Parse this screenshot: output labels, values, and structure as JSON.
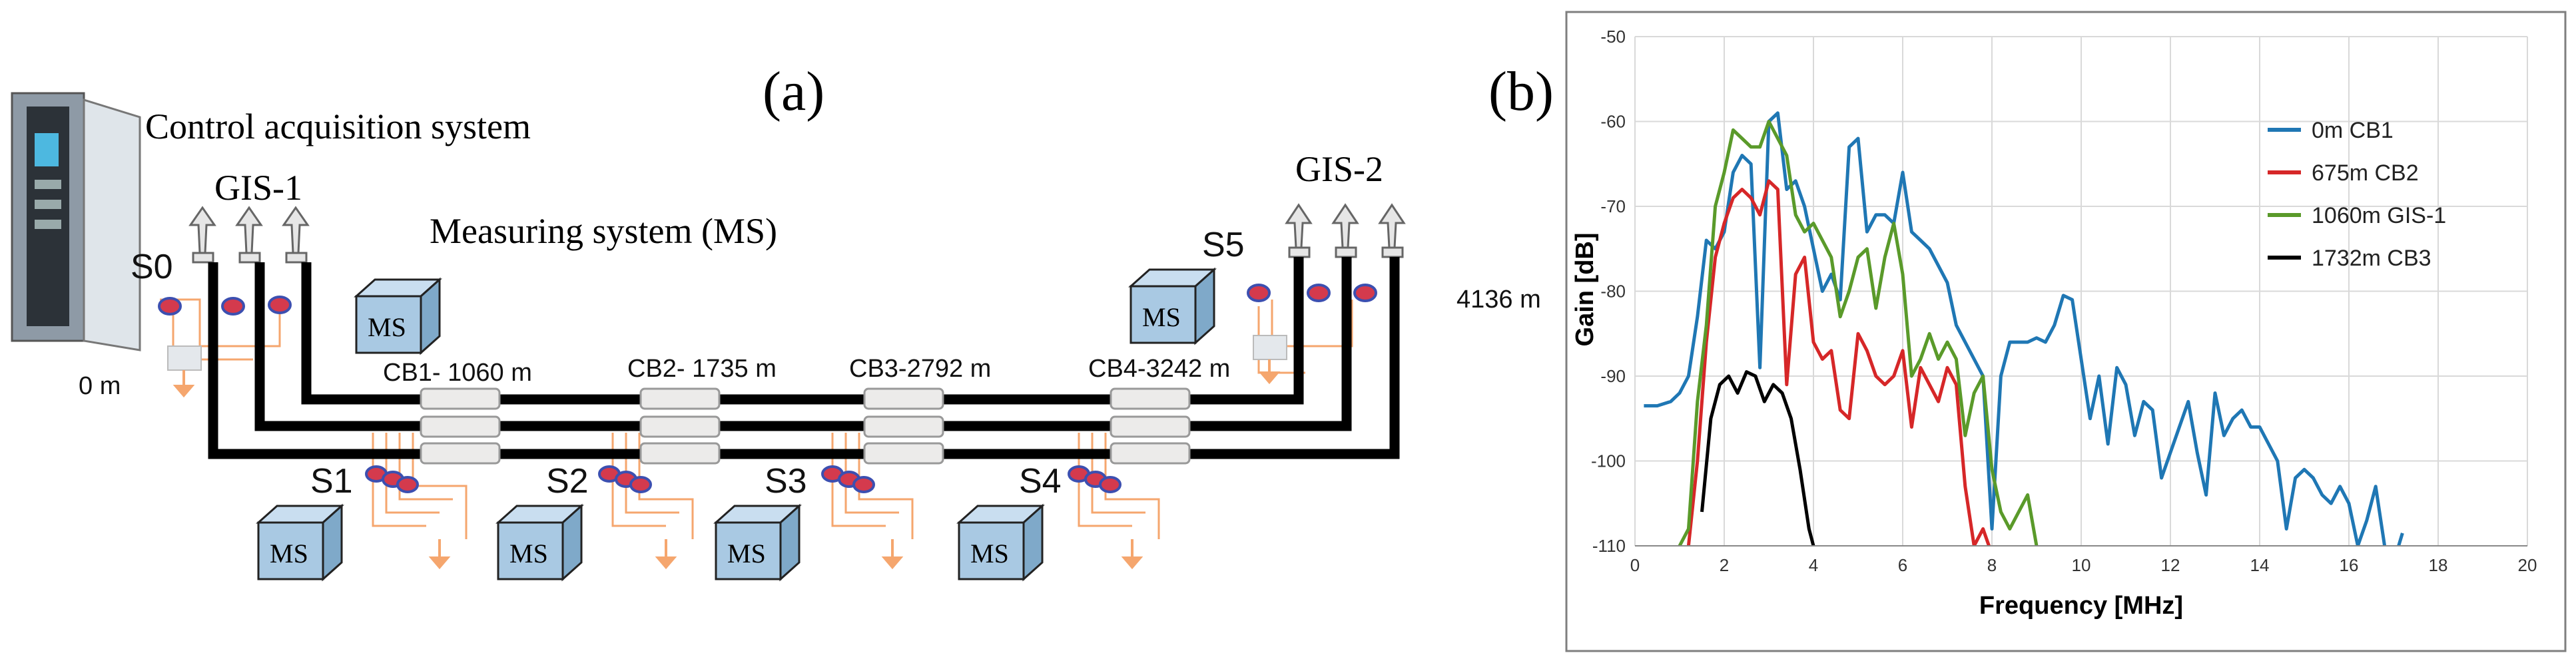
{
  "panel_a": {
    "panel_label": "(a)",
    "control_label": "Control acquisition system",
    "gis1_label": "GIS-1",
    "gis2_label": "GIS-2",
    "ms_system_label": "Measuring system (MS)",
    "ms_box_label": "MS",
    "dist_start": "0 m",
    "dist_end": "4136 m",
    "sensors": [
      "S0",
      "S1",
      "S2",
      "S3",
      "S4",
      "S5"
    ],
    "cable_boxes": [
      "CB1- 1060 m",
      "CB2- 1735 m",
      "CB3-2792 m",
      "CB4-3242 m"
    ],
    "colors": {
      "cable": "#000000",
      "ms_box": "#a9c9e3",
      "wiring": "#f5a66e",
      "sensor": "#d43a4d",
      "sensor_ring": "#3c4fb0"
    }
  },
  "panel_b": {
    "panel_label": "(b)"
  },
  "chart_data": {
    "type": "line",
    "xlabel": "Frequency [MHz]",
    "ylabel": "Gain [dB]",
    "xlim": [
      0,
      20
    ],
    "ylim": [
      -110,
      -50
    ],
    "xticks": [
      0,
      2,
      4,
      6,
      8,
      10,
      12,
      14,
      16,
      18,
      20
    ],
    "yticks": [
      -50,
      -60,
      -70,
      -80,
      -90,
      -100,
      -110
    ],
    "grid": true,
    "legend_position": "top-right",
    "series": [
      {
        "name": "0m CB1",
        "color": "#1f77b4",
        "x": [
          0.2,
          0.5,
          0.8,
          1.0,
          1.2,
          1.4,
          1.6,
          1.8,
          2.0,
          2.2,
          2.4,
          2.6,
          2.8,
          3.0,
          3.2,
          3.4,
          3.6,
          3.8,
          4.0,
          4.2,
          4.4,
          4.6,
          4.8,
          5.0,
          5.2,
          5.4,
          5.6,
          5.8,
          6.0,
          6.2,
          6.4,
          6.6,
          6.8,
          7.0,
          7.2,
          7.4,
          7.6,
          7.8,
          8.0,
          8.2,
          8.4,
          8.6,
          8.8,
          9.0,
          9.2,
          9.4,
          9.6,
          9.8,
          10.0,
          10.2,
          10.4,
          10.6,
          10.8,
          11.0,
          11.2,
          11.4,
          11.6,
          11.8,
          12.0,
          12.2,
          12.4,
          12.6,
          12.8,
          13.0,
          13.2,
          13.4,
          13.6,
          13.8,
          14.0,
          14.2,
          14.4,
          14.6,
          14.8,
          15.0,
          15.2,
          15.4,
          15.6,
          15.8,
          16.0,
          16.2,
          16.4,
          16.6,
          16.8,
          17.0,
          17.2
        ],
        "y": [
          -93.5,
          -93.5,
          -93,
          -92,
          -90,
          -83,
          -74,
          -75,
          -73,
          -66,
          -64,
          -65,
          -89,
          -60,
          -59,
          -68,
          -67,
          -70,
          -75,
          -80,
          -78,
          -81,
          -63,
          -62,
          -73,
          -71,
          -71,
          -72,
          -66,
          -73,
          -74,
          -75,
          -77,
          -79,
          -84,
          -86,
          -88,
          -90,
          -108,
          -90,
          -86,
          -86,
          -86,
          -85.5,
          -86,
          -84,
          -80.5,
          -81,
          -88,
          -95,
          -90,
          -98,
          -89,
          -91,
          -97,
          -93,
          -94,
          -102,
          -99,
          -96,
          -93,
          -99,
          -104,
          -92,
          -97,
          -95,
          -94,
          -96,
          -96,
          -98,
          -100,
          -108,
          -102,
          -101,
          -102,
          -104,
          -105,
          -103,
          -105,
          -110,
          -107,
          -103,
          -110,
          -112,
          -108.5
        ],
        "extends_below": true
      },
      {
        "name": "675m CB2",
        "color": "#d62728",
        "x": [
          1.2,
          1.4,
          1.6,
          1.8,
          2.0,
          2.2,
          2.4,
          2.6,
          2.8,
          3.0,
          3.2,
          3.4,
          3.6,
          3.8,
          4.0,
          4.2,
          4.4,
          4.6,
          4.8,
          5.0,
          5.2,
          5.4,
          5.6,
          5.8,
          6.0,
          6.2,
          6.4,
          6.6,
          6.8,
          7.0,
          7.2,
          7.4,
          7.6,
          7.8,
          8.0
        ],
        "y": [
          -110,
          -100,
          -86,
          -76,
          -72,
          -69,
          -68,
          -69,
          -71,
          -67,
          -68,
          -91,
          -78,
          -76,
          -86,
          -88,
          -87,
          -94,
          -95,
          -85,
          -87,
          -90,
          -91,
          -90,
          -87,
          -96,
          -89,
          -91,
          -93,
          -89,
          -91,
          -103,
          -110,
          -108,
          -111
        ],
        "extends_below": true
      },
      {
        "name": "1060m GIS-1",
        "color": "#5a9a2a",
        "x": [
          1.0,
          1.2,
          1.4,
          1.6,
          1.8,
          2.0,
          2.2,
          2.4,
          2.6,
          2.8,
          3.0,
          3.2,
          3.4,
          3.6,
          3.8,
          4.0,
          4.2,
          4.4,
          4.6,
          4.8,
          5.0,
          5.2,
          5.4,
          5.6,
          5.8,
          6.0,
          6.2,
          6.4,
          6.6,
          6.8,
          7.0,
          7.2,
          7.4,
          7.6,
          7.8,
          8.0,
          8.2,
          8.4,
          8.6,
          8.8,
          9.0
        ],
        "y": [
          -110,
          -108,
          -93,
          -84,
          -70,
          -66,
          -61,
          -62,
          -63,
          -63,
          -60,
          -62,
          -64,
          -71,
          -73,
          -72,
          -74,
          -76,
          -83,
          -80,
          -76,
          -75,
          -82,
          -76,
          -72,
          -78,
          -90,
          -88,
          -85,
          -88,
          -86,
          -88,
          -97,
          -92,
          -90,
          -101,
          -106,
          -108,
          -106,
          -104,
          -110
        ],
        "extends_below": true
      },
      {
        "name": "1732m CB3",
        "color": "#000000",
        "x": [
          1.5,
          1.7,
          1.9,
          2.1,
          2.3,
          2.5,
          2.7,
          2.9,
          3.1,
          3.3,
          3.5,
          3.7,
          3.9,
          4.0
        ],
        "y": [
          -106,
          -95,
          -91,
          -90,
          -92,
          -89.5,
          -90,
          -93,
          -91,
          -92,
          -95,
          -101,
          -108,
          -110
        ],
        "extends_below": true
      }
    ]
  }
}
